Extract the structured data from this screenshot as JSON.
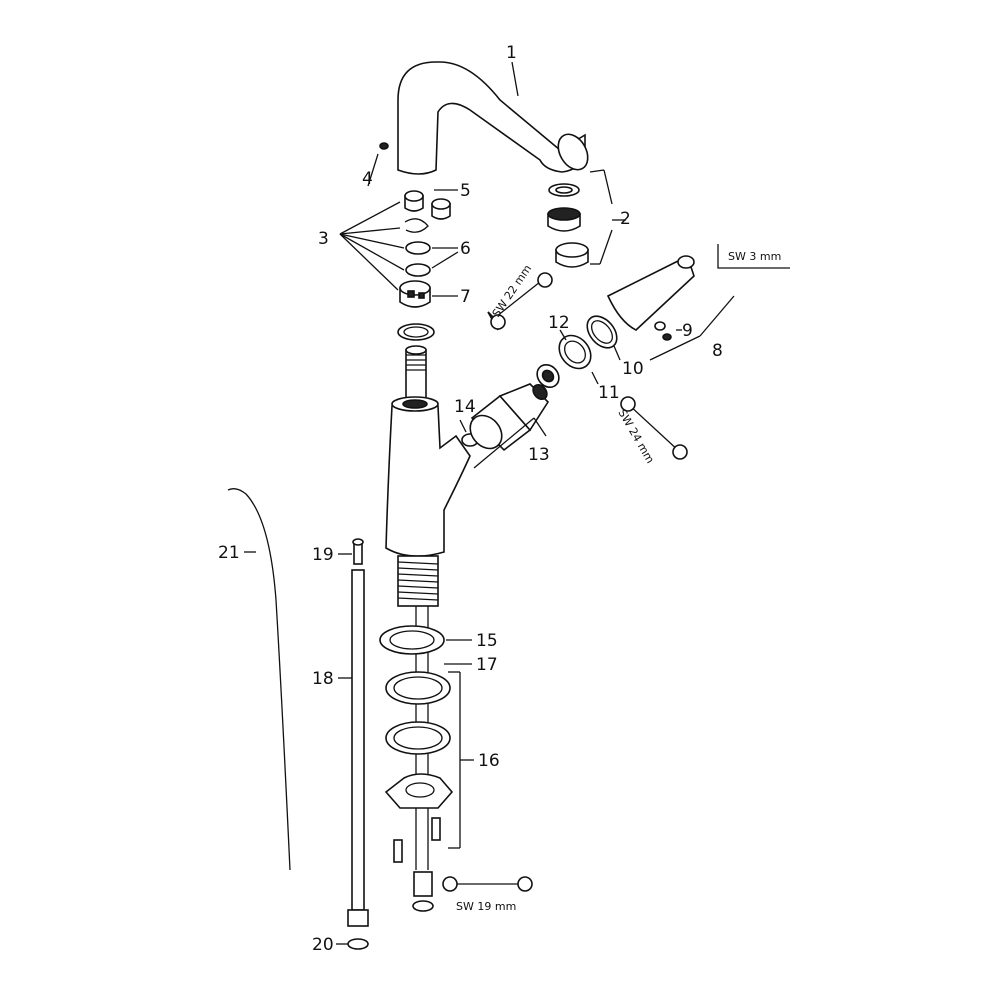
{
  "labels": {
    "p1": "1",
    "p2": "2",
    "p3": "3",
    "p4": "4",
    "p5": "5",
    "p6": "6",
    "p7": "7",
    "p8": "8",
    "p9": "9",
    "p10": "10",
    "p11": "11",
    "p12": "12",
    "p13": "13",
    "p14": "14",
    "p15": "15",
    "p16": "16",
    "p17": "17",
    "p18": "18",
    "p19": "19",
    "p20": "20",
    "p21": "21"
  },
  "tools": {
    "sw22": "SW 22 mm",
    "sw24": "SW 24 mm",
    "sw19": "SW 19 mm",
    "sw3": "SW 3 mm"
  }
}
